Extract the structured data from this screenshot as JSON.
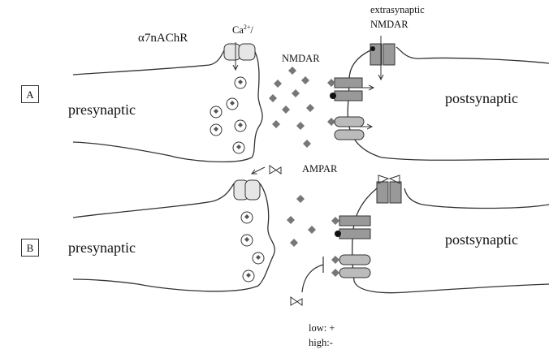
{
  "panel_a": {
    "label": "A",
    "pre_label": "presynaptic",
    "post_label": "postsynaptic",
    "a7_label": "α7nAChR",
    "ca_label": "Ca",
    "ca_sup": "2+",
    "ca_slash": "/",
    "nmdar_label": "NMDAR",
    "extra_line1": "extrasynaptic",
    "extra_line2": "NMDAR"
  },
  "panel_b": {
    "label": "B",
    "pre_label": "presynaptic",
    "post_label": "postsynaptic",
    "ampar_label": "AMPAR",
    "low_label": "low: +",
    "high_label": "high:-"
  }
}
